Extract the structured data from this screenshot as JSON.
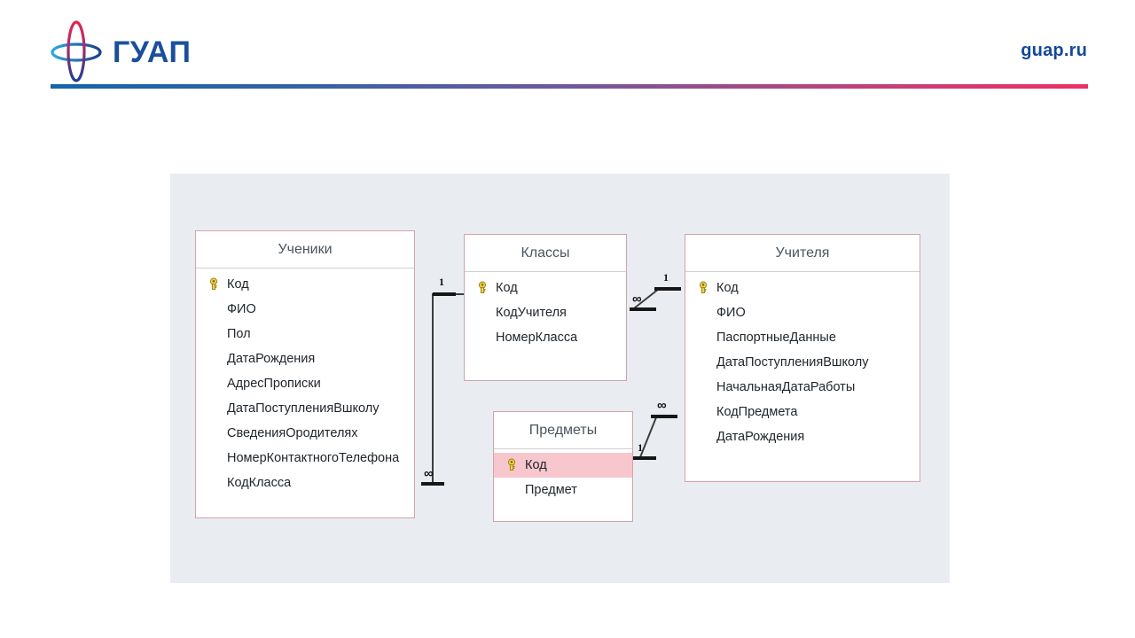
{
  "header": {
    "logo_text": "ГУАП",
    "logo_icon": "guap-orbit-logo",
    "site_url": "guap.ru",
    "divider_gradient_from": "#1564ac",
    "divider_gradient_to": "#ee3163"
  },
  "diagram": {
    "canvas_bg": "#e9edf1",
    "table_border_color": "#d3a2ac",
    "selected_row_bg": "#f7c7cd",
    "key_icon": "primary-key-icon",
    "tables": [
      {
        "id": "ucheniki",
        "title": "Ученики",
        "fields": [
          {
            "name": "Код",
            "key": true,
            "selected": false
          },
          {
            "name": "ФИО",
            "key": false,
            "selected": false
          },
          {
            "name": "Пол",
            "key": false,
            "selected": false
          },
          {
            "name": "ДатаРождения",
            "key": false,
            "selected": false
          },
          {
            "name": "АдресПрописки",
            "key": false,
            "selected": false
          },
          {
            "name": "ДатаПоступленияВшколу",
            "key": false,
            "selected": false
          },
          {
            "name": "СведенияОродителях",
            "key": false,
            "selected": false
          },
          {
            "name": "НомерКонтактногоТелефона",
            "key": false,
            "selected": false
          },
          {
            "name": "КодКласса",
            "key": false,
            "selected": false
          }
        ]
      },
      {
        "id": "klassy",
        "title": "Классы",
        "fields": [
          {
            "name": "Код",
            "key": true,
            "selected": false
          },
          {
            "name": "КодУчителя",
            "key": false,
            "selected": false
          },
          {
            "name": "НомерКласса",
            "key": false,
            "selected": false
          }
        ]
      },
      {
        "id": "uchitelya",
        "title": "Учителя",
        "fields": [
          {
            "name": "Код",
            "key": true,
            "selected": false
          },
          {
            "name": "ФИО",
            "key": false,
            "selected": false
          },
          {
            "name": "ПаспортныеДанные",
            "key": false,
            "selected": false
          },
          {
            "name": "ДатаПоступленияВшколу",
            "key": false,
            "selected": false
          },
          {
            "name": "НачальнаяДатаРаботы",
            "key": false,
            "selected": false
          },
          {
            "name": "КодПредмета",
            "key": false,
            "selected": false
          },
          {
            "name": "ДатаРождения",
            "key": false,
            "selected": false
          }
        ]
      },
      {
        "id": "predmety",
        "title": "Предметы",
        "fields": [
          {
            "name": "Код",
            "key": true,
            "selected": true
          },
          {
            "name": "Предмет",
            "key": false,
            "selected": false
          }
        ]
      }
    ],
    "relationships": [
      {
        "id": "klassy-ucheniki",
        "from": "Классы",
        "to": "Ученики",
        "from_card": "1",
        "to_card": "∞"
      },
      {
        "id": "uchitelya-klassy",
        "from": "Учителя",
        "to": "Классы",
        "from_card": "1",
        "to_card": "∞"
      },
      {
        "id": "predmety-uchitelya",
        "from": "Предметы",
        "to": "Учителя",
        "from_card": "1",
        "to_card": "∞"
      }
    ],
    "cardinality_labels": {
      "one": "1",
      "many": "∞"
    }
  }
}
